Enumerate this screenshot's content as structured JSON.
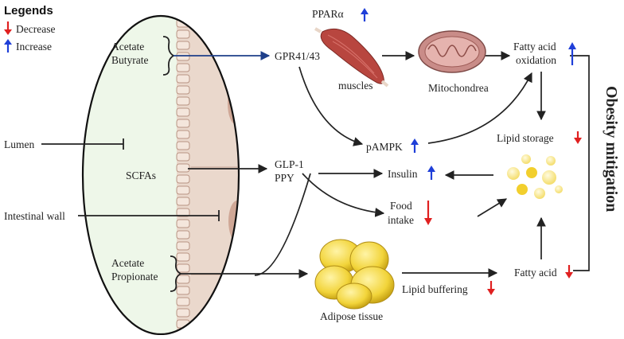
{
  "legend": {
    "title": "Legends",
    "items": [
      {
        "label": "Decrease",
        "arrow": "down",
        "color": "#e02020"
      },
      {
        "label": "Increase",
        "arrow": "up",
        "color": "#1f3fd8"
      }
    ]
  },
  "gut": {
    "acetate_butyrate_1": "Acetate",
    "acetate_butyrate_2": "Butyrate",
    "scfas": "SCFAs",
    "acetate_propionate_1": "Acetate",
    "acetate_propionate_2": "Propionate",
    "lumen": "Lumen",
    "intestinal_wall": "Intestinal wall"
  },
  "nodes": {
    "gpr": "GPR41/43",
    "ppar": "PPARα",
    "muscles": "muscles",
    "mitochondrea": "Mitochondrea",
    "fatty_acid_oxidation_1": "Fatty acid",
    "fatty_acid_oxidation_2": "oxidation",
    "lipid_storage": "Lipid storage",
    "pampk": "pAMPK",
    "glp1": "GLP-1",
    "ppy": "PPY",
    "insulin": "Insulin",
    "food_intake_1": "Food",
    "food_intake_2": "intake",
    "adipose_tissue": "Adipose tissue",
    "lipid_buffering": "Lipid buffering",
    "fatty_acid": "Fatty acid",
    "obesity_mitigation": "Obesity mitigation"
  },
  "colors": {
    "decrease": "#e02020",
    "increase": "#1f3fd8",
    "gut_fill": "#eef7e9",
    "wall_fill": "#ead8cc",
    "fat_yellow": "#f2d43a",
    "muscle_red": "#b8463f",
    "mito_fill": "#c98c88"
  },
  "icons": [
    "muscle-icon",
    "mitochondria-icon",
    "fat-droplets-icon",
    "adipose-cells-icon"
  ]
}
